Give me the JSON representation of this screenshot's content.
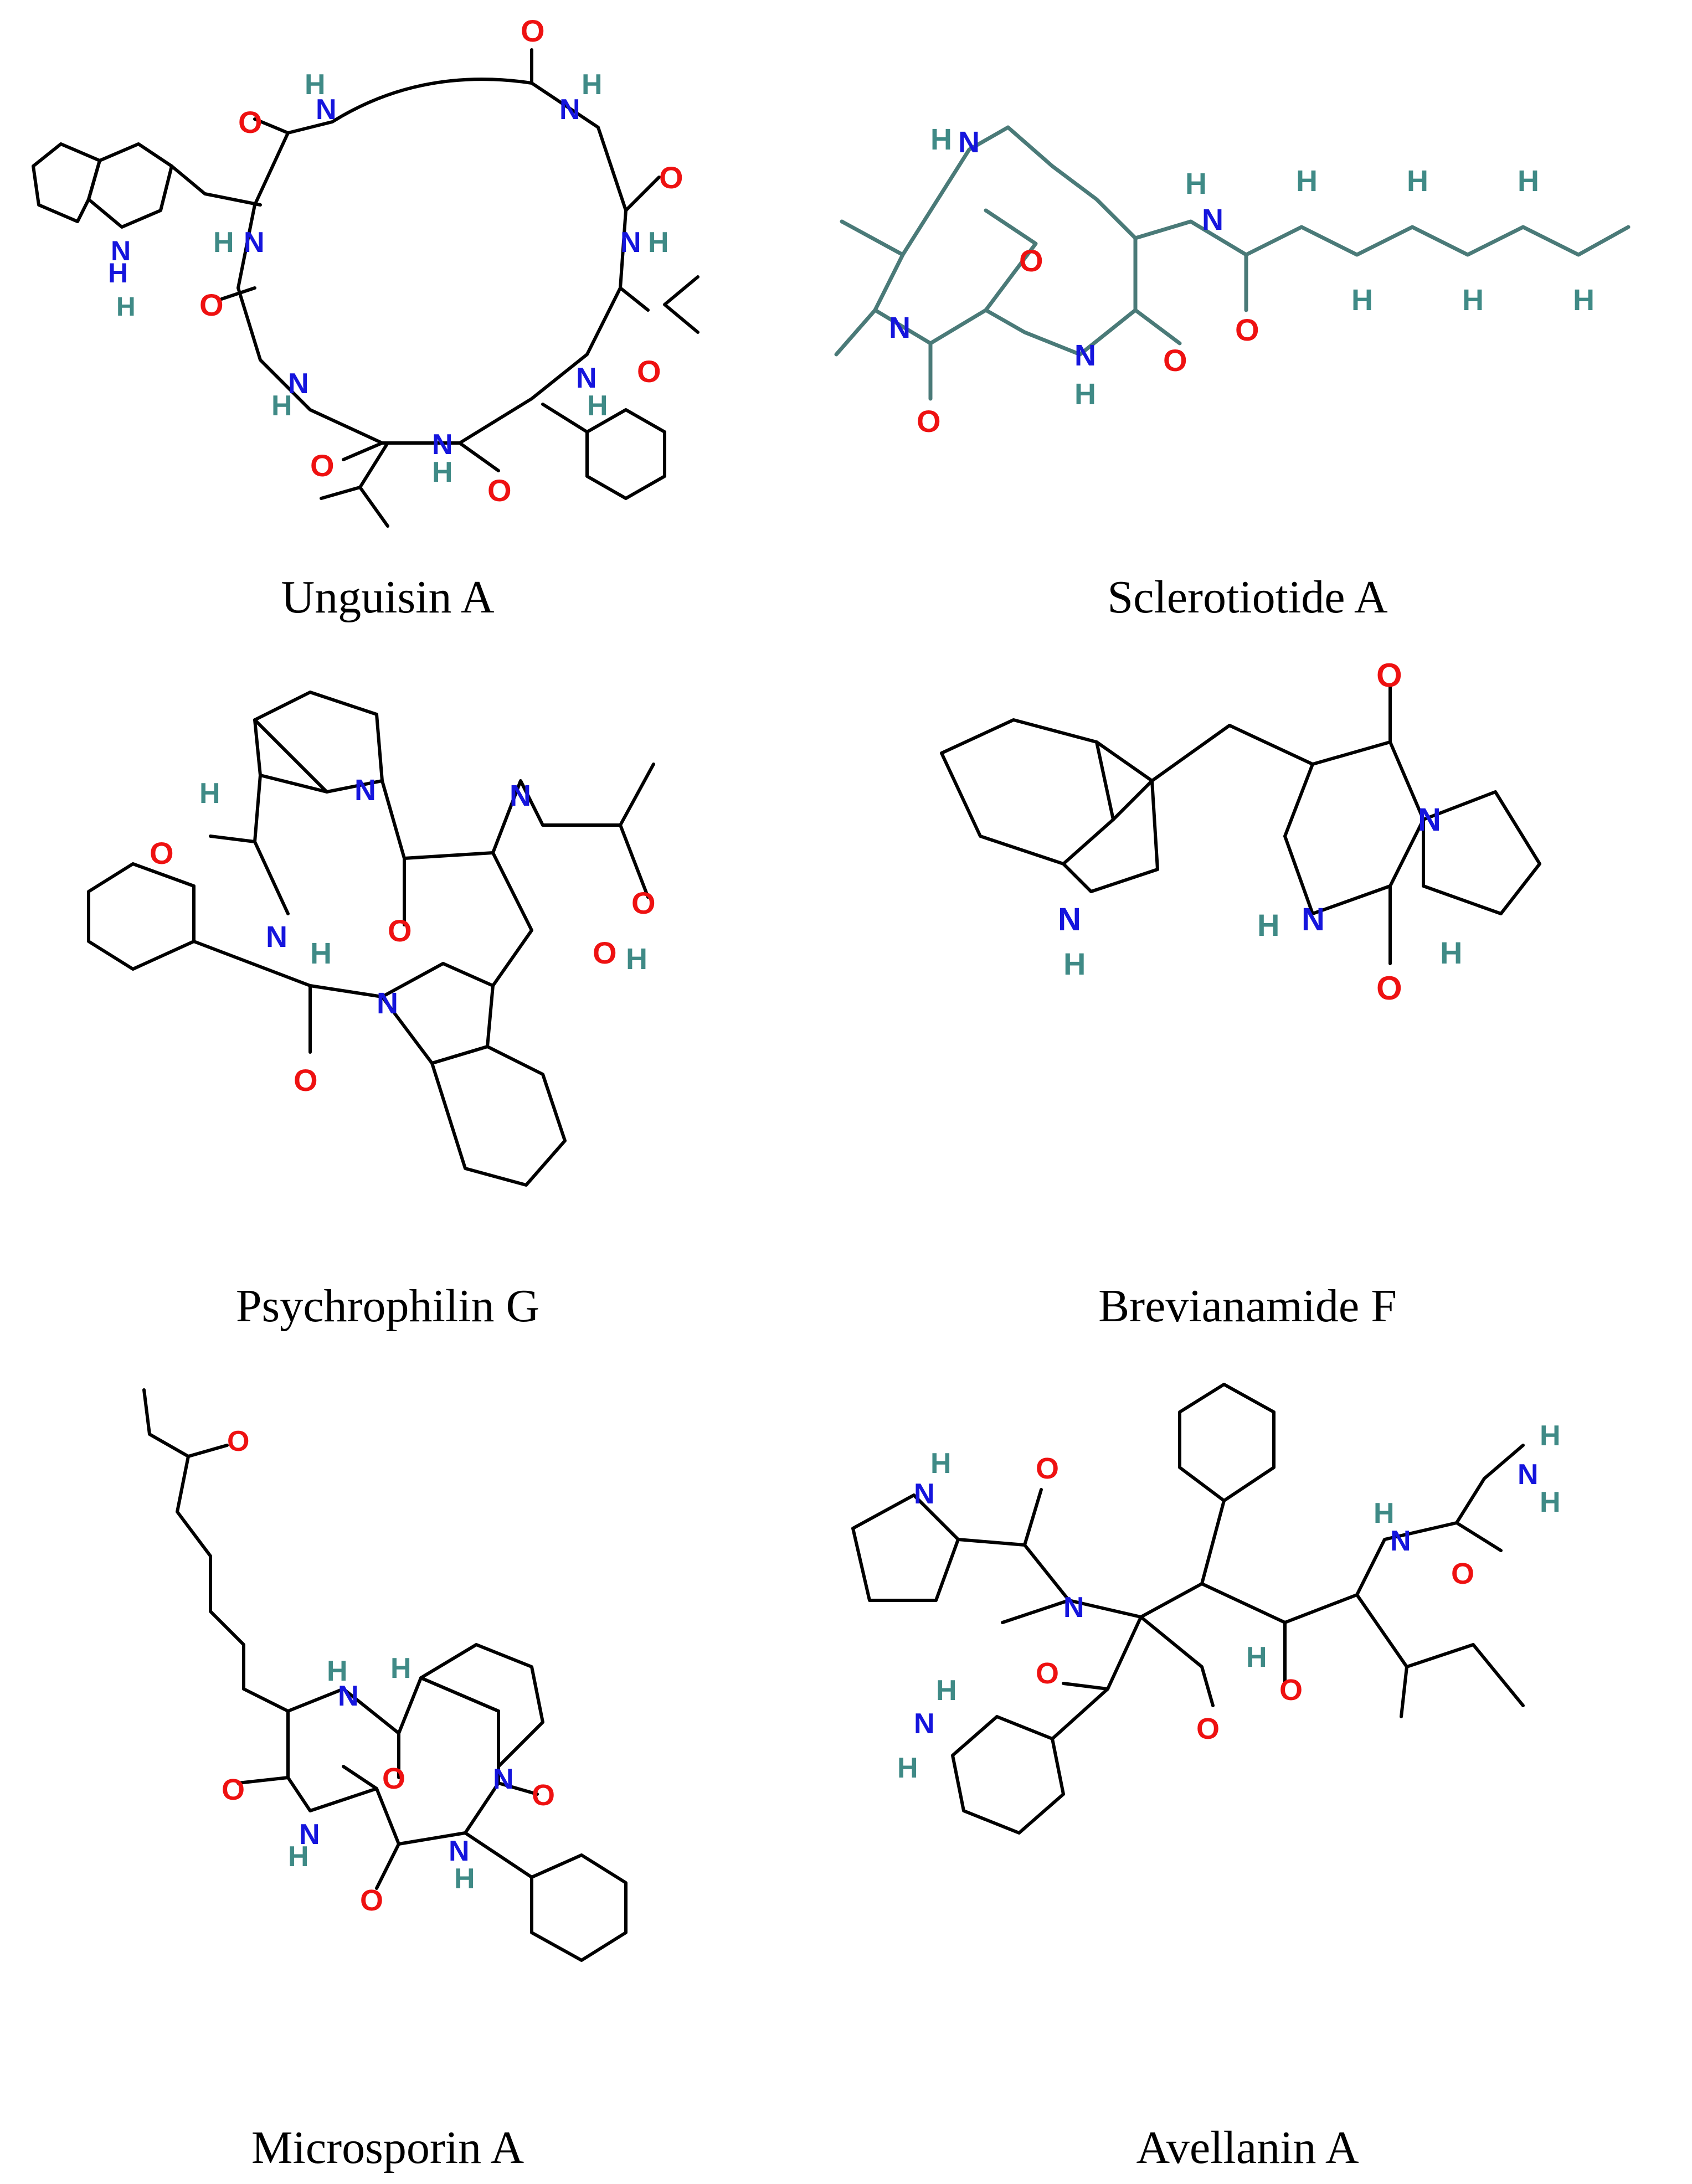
{
  "figure": {
    "compounds": [
      {
        "id": "unguisin-a",
        "name": "Unguisin A"
      },
      {
        "id": "sclerotiotide-a",
        "name": "Sclerotiotide A"
      },
      {
        "id": "psychrophilin-g",
        "name": "Psychrophilin G"
      },
      {
        "id": "brevianamide-f",
        "name": "Brevianamide F"
      },
      {
        "id": "microsporin-a",
        "name": "Microsporin A"
      },
      {
        "id": "avellanin-a",
        "name": "Avellanin A"
      }
    ]
  },
  "atom_colors": {
    "oxygen": "#ee1111",
    "nitrogen": "#1515dd",
    "hydrogen": "#3f8a86",
    "bond": "#000000",
    "bond_alt": "#4a7a78"
  }
}
